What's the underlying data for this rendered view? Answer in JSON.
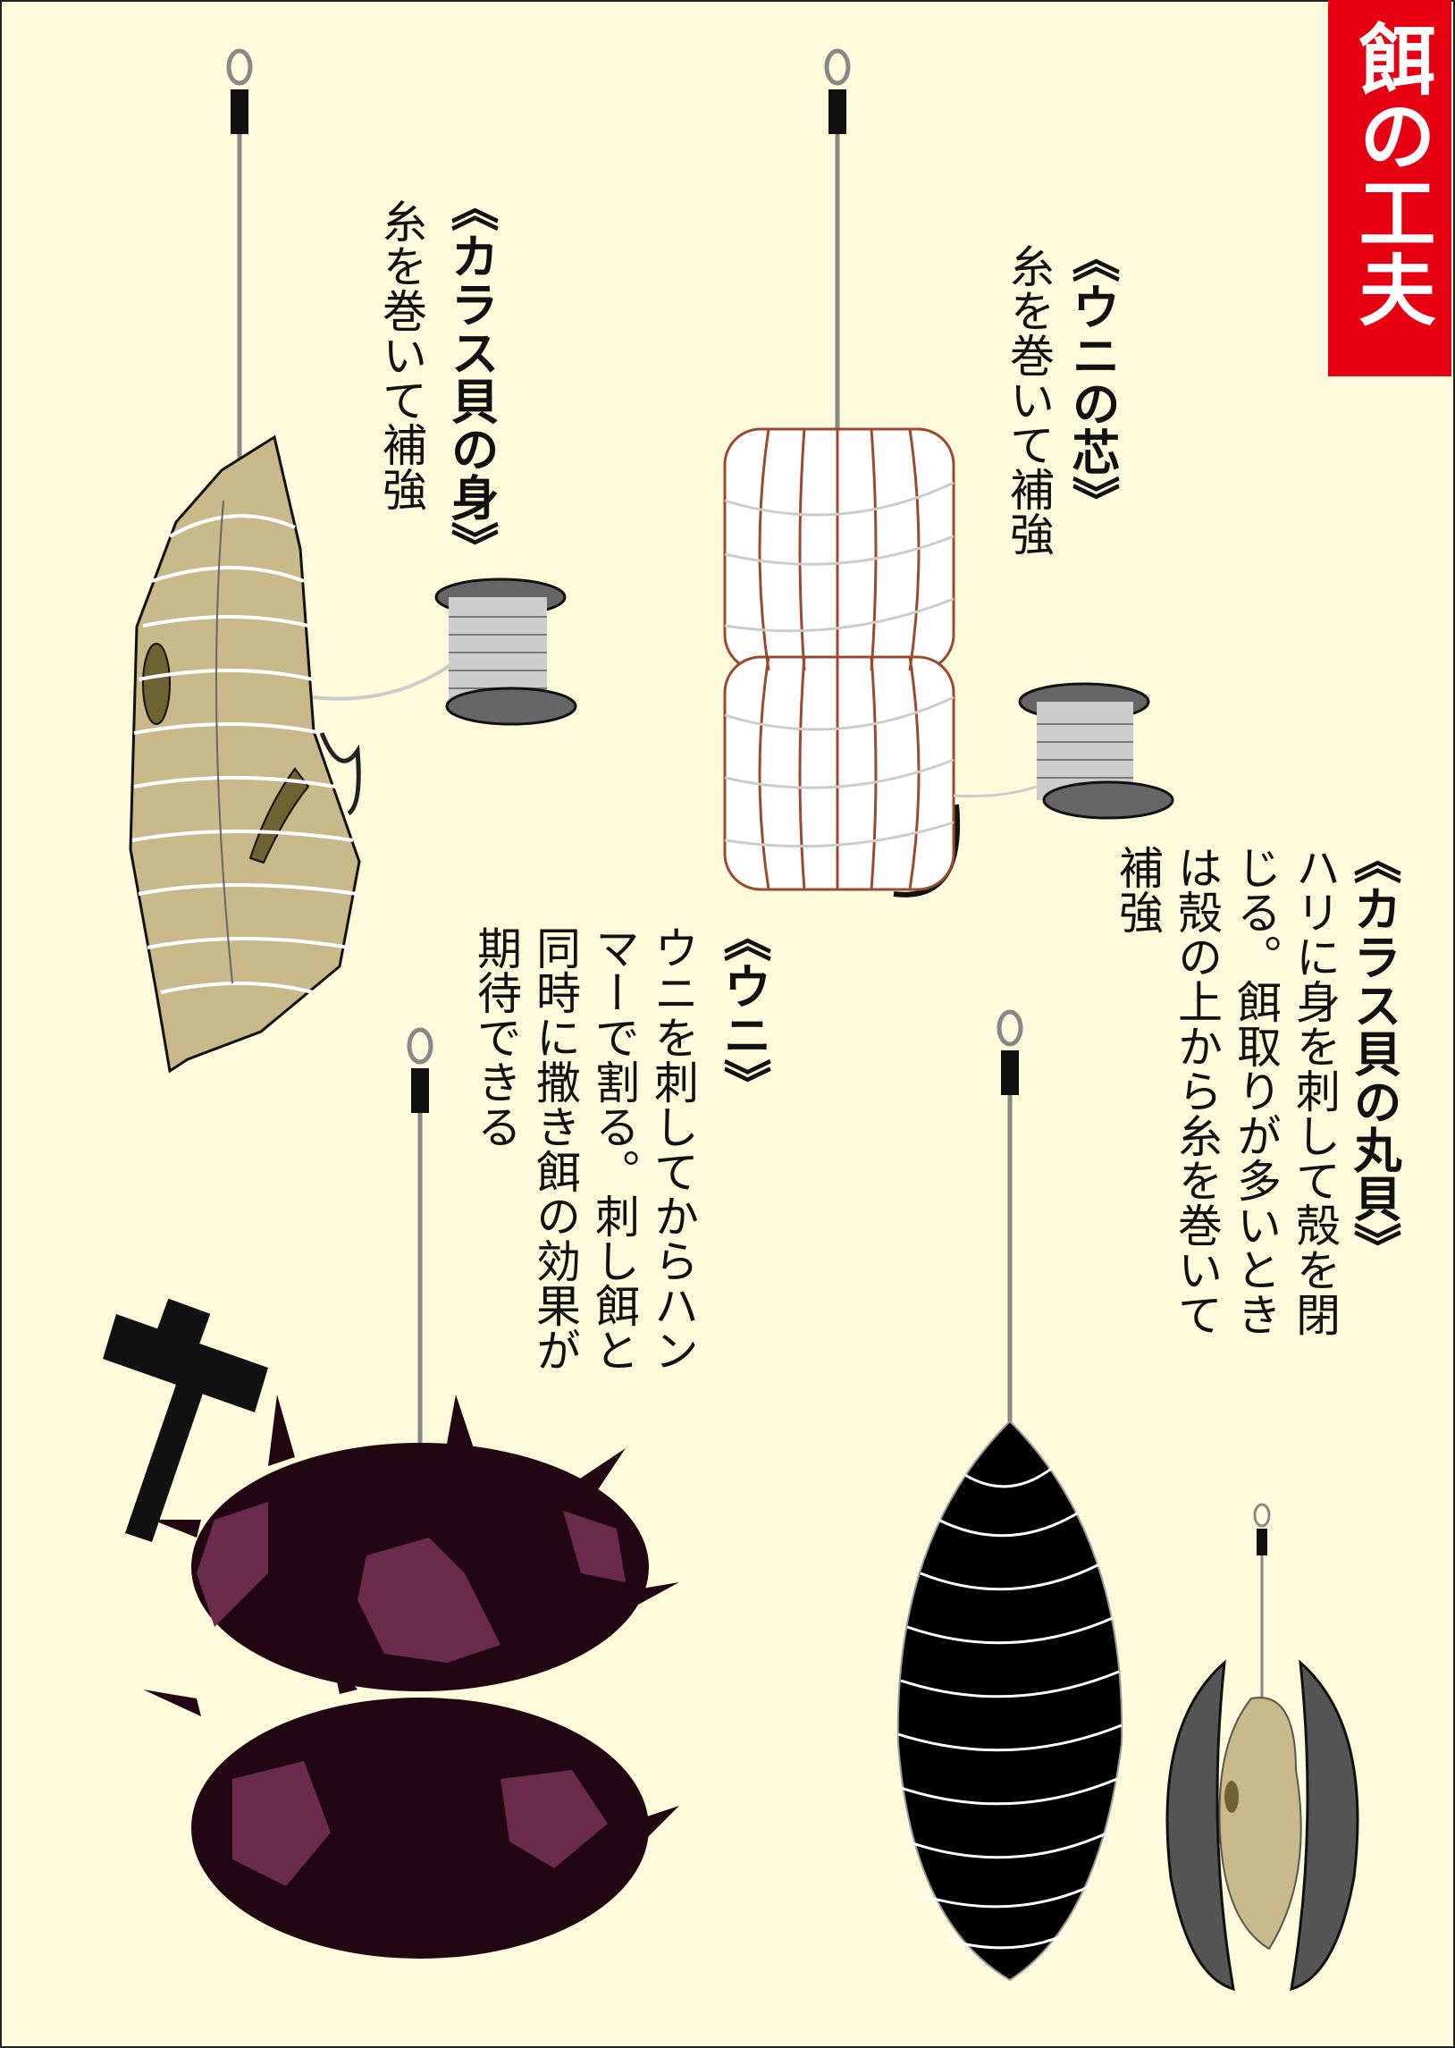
{
  "title": "餌の工夫",
  "sections": {
    "mussel_meat": {
      "label": "《カラス貝の身》",
      "body": "糸を巻いて補強"
    },
    "urchin_core": {
      "label": "《ウニの芯》",
      "body": "糸を巻いて補強"
    },
    "urchin": {
      "label": "《ウニ》",
      "lines": [
        "ウニを刺してからハン",
        "マーで割る。刺し餌と",
        "同時に撒き餌の効果が",
        "期待できる"
      ]
    },
    "whole_mussel": {
      "label": "《カラス貝の丸貝》",
      "lines": [
        "ハリに身を刺して殻を閉",
        "じる。餌取りが多いとき",
        "は殻の上から糸を巻いて",
        "補強"
      ]
    }
  },
  "colors": {
    "title_bg": "#e60012",
    "background": "#fefbdc",
    "meat": "#c9b98a",
    "urchin": "#220612",
    "urchin_patch": "#6a2c4a",
    "core_stroke": "#9b4a30"
  }
}
